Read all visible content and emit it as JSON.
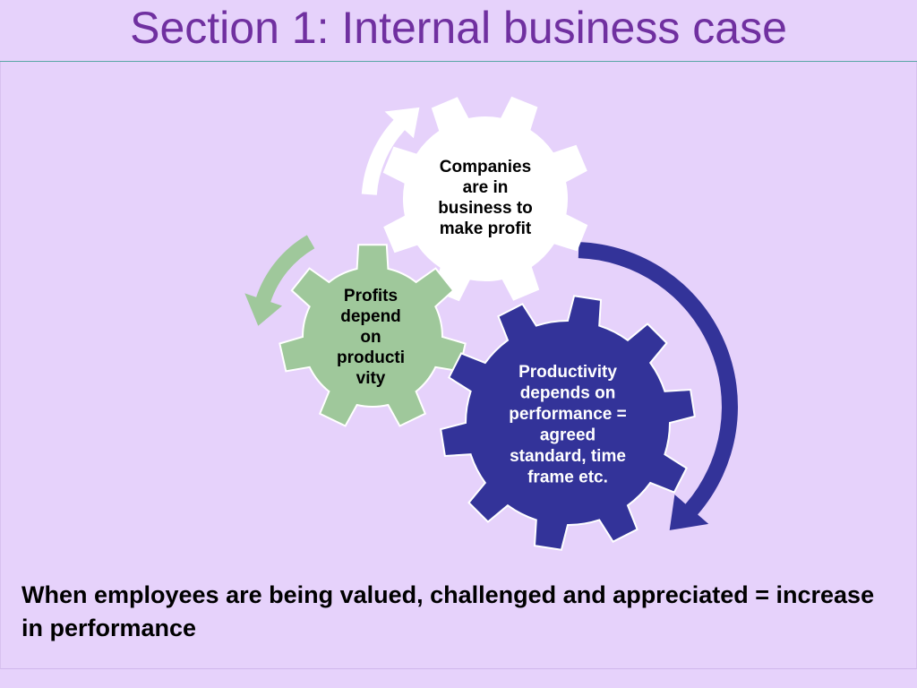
{
  "slide": {
    "title": "Section 1: Internal business case",
    "title_color": "#7030a0",
    "background_color": "#e6d2fb"
  },
  "gears": {
    "top": {
      "lines": [
        "Companies",
        "are in",
        "business to",
        "make profit"
      ],
      "fill": "#ffffff",
      "text_color": "#000000"
    },
    "left": {
      "lines": [
        "Profits",
        "depend",
        "on",
        "producti",
        "vity"
      ],
      "fill": "#9fc89b",
      "text_color": "#000000"
    },
    "right": {
      "lines": [
        "Productivity",
        "depends on",
        "performance =",
        "agreed",
        "standard, time",
        "frame etc."
      ],
      "fill": "#333399",
      "text_color": "#ffffff"
    }
  },
  "arrows": {
    "top_arrow_color": "#ffffff",
    "left_arrow_color": "#9fc89b",
    "right_arrow_color": "#333399"
  },
  "footer": {
    "statement": "When employees are being valued, challenged and appreciated = increase in performance"
  }
}
